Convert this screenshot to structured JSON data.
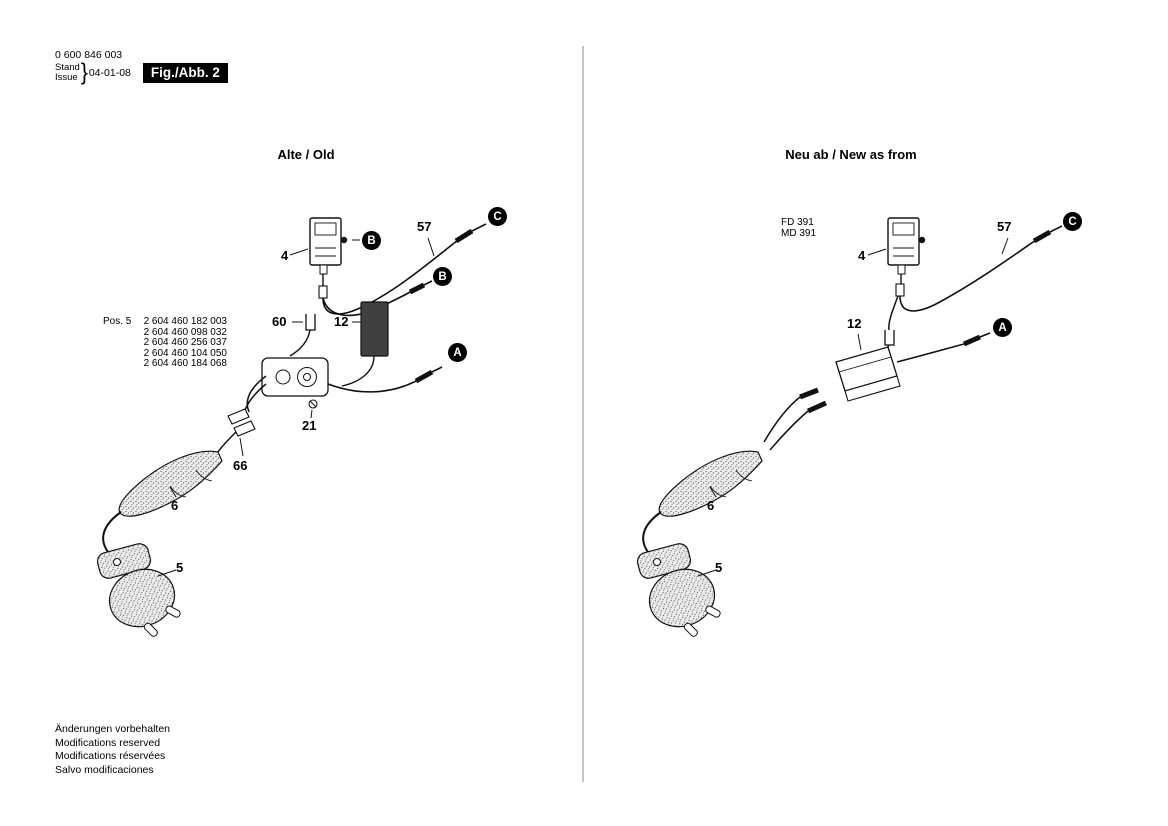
{
  "header": {
    "part_number": "0 600 846 003",
    "stand_label": "Stand",
    "issue_label": "Issue",
    "brace": "}",
    "date": "04-01-08",
    "figure_label": "Fig./Abb. 2"
  },
  "left_panel": {
    "title": "Alte / Old",
    "pos5": {
      "prefix": "Pos. 5",
      "numbers": [
        "2 604 460 182 003",
        "2 604 460 098 032",
        "2 604 460 256 037",
        "2 604 460 104 050",
        "2 604 460 184 068"
      ]
    },
    "callouts": {
      "switch": "4",
      "wire": "57",
      "clip": "60",
      "capacitor": "12",
      "screw": "21",
      "connector": "66",
      "grip": "6",
      "plug": "5"
    },
    "connectors": {
      "b_top": "B",
      "c": "C",
      "b_mid": "B",
      "a": "A"
    }
  },
  "right_panel": {
    "title": "Neu ab / New as from",
    "type_codes": [
      "FD 391",
      "MD 391"
    ],
    "callouts": {
      "switch": "4",
      "wire": "57",
      "capacitor": "12",
      "grip": "6",
      "plug": "5"
    },
    "connectors": {
      "c": "C",
      "a": "A"
    }
  },
  "footer": {
    "lines": [
      "Änderungen vorbehalten",
      "Modifications reserved",
      "Modifications réservées",
      "Salvo modificaciones"
    ]
  },
  "colors": {
    "line": "#111111",
    "figure_box_bg": "#000000"
  }
}
